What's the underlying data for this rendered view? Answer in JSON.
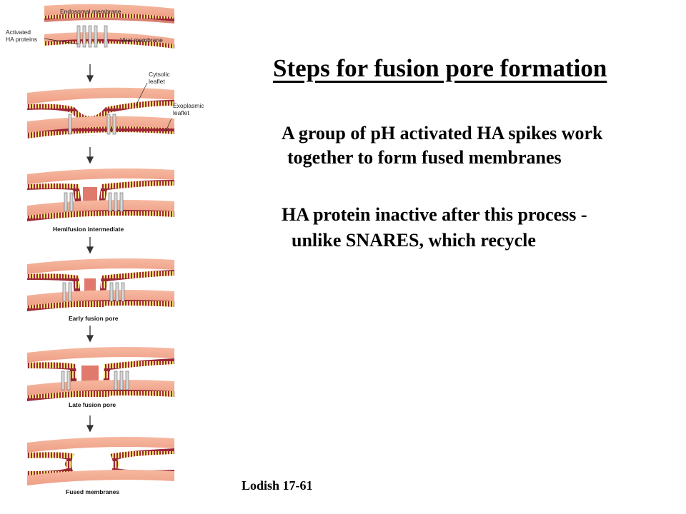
{
  "title": "Steps for fusion pore formation",
  "paragraphs": [
    {
      "line1": "A group of pH activated HA spikes work",
      "line2": "together to form fused membranes"
    },
    {
      "line1": "HA protein inactive after this process -",
      "line2": "unlike SNARES, which recycle"
    }
  ],
  "credit": "Lodish 17-61",
  "figure": {
    "labels": {
      "endosomal_membrane": "Endosomal membrane",
      "activated_line1": "Activated",
      "activated_line2": "HA proteins",
      "viral_membrane": "Viral membrane",
      "cytosolic_line1": "Cytsolic",
      "cytosolic_line2": "leaflet",
      "exoplasmic_line1": "Exoplasmic",
      "exoplasmic_line2": "leaflet"
    },
    "captions": {
      "hemifusion": "Hemifusion intermediate",
      "early_pore": "Early fusion pore",
      "late_pore": "Late fusion pore",
      "fused": "Fused membranes"
    },
    "colors": {
      "membrane_face": "#f2a98f",
      "membrane_edge": "#a8303d",
      "leaflet_yellow": "#f3e27a",
      "ha_spike": "#d7d7d7",
      "arrow": "#333333"
    }
  }
}
